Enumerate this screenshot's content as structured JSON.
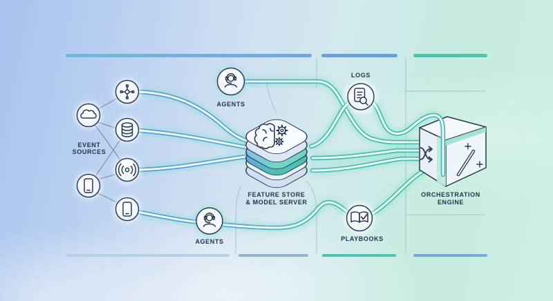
{
  "nodes": {
    "event_sources": {
      "line1": "EVENT",
      "line2": "SOURCES"
    },
    "agents_top": {
      "label": "AGENTS"
    },
    "feature_store": {
      "line1": "FEATURE STORE",
      "line2": "& MODEL SERVER"
    },
    "agents_bottom": {
      "label": "AGENTS"
    },
    "logs": {
      "label": "LOGS"
    },
    "playbooks": {
      "label": "PLAYBOOKS"
    },
    "orchestration": {
      "line1": "ORCHESTRATION",
      "line2": "ENGINE"
    }
  },
  "icons": [
    "cloud-icon",
    "hub-icon",
    "database-icon",
    "signal-icon",
    "phone-icon",
    "agent-headset-icon",
    "brain-icon",
    "gears-icon",
    "logs-document-icon",
    "playbook-book-icon",
    "shuffle-arrows-icon",
    "magic-wand-icon"
  ],
  "colors": {
    "background_blue": "#a7c3ec",
    "background_teal": "#ccf0e4",
    "pipe_blue": "#5697d8",
    "pipe_teal": "#43c3ae",
    "pipe_core": "#fbfdff",
    "node_outline": "#2b3d52",
    "text": "#22334a",
    "bar_steel_blue": "#6d9fd0",
    "bar_teal": "#52c0ab",
    "bar_light_blue": "#b6cfe5",
    "bar_muted_steel": "#93b2ce"
  }
}
